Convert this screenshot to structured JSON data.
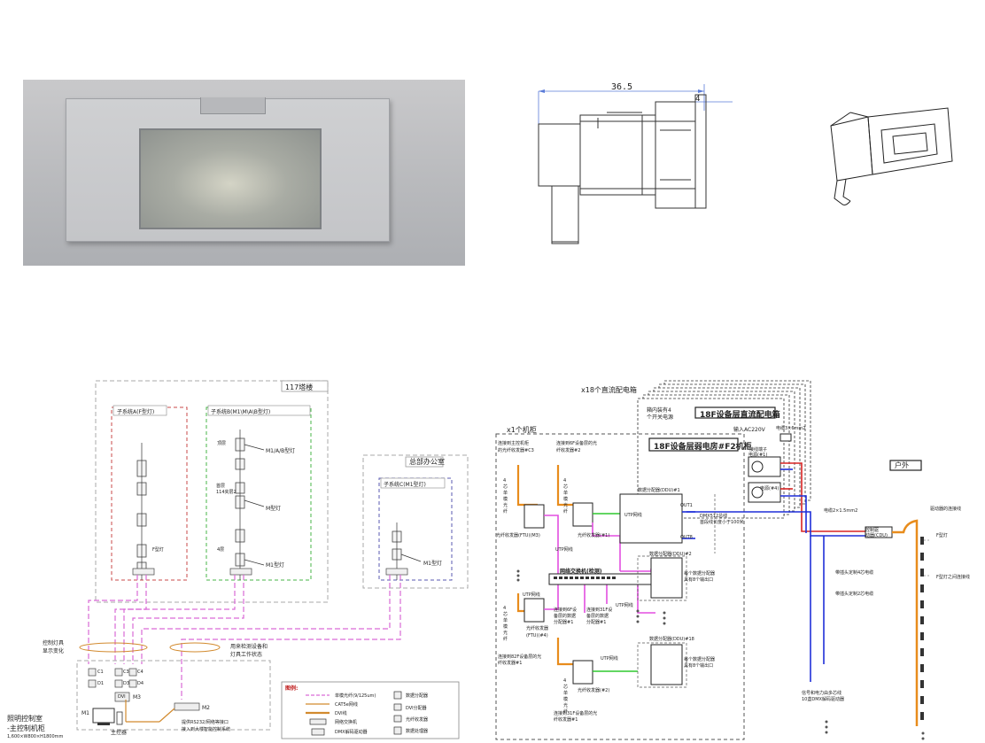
{
  "drawing": {
    "dim_width": "36.5",
    "dim_thickness": "4"
  },
  "lighting_system": {
    "tower_title": "117塔楼",
    "subsystem_a": "子系统A(F型灯)",
    "subsystem_b": "子系统B(M1\\M\\A\\B型灯)",
    "subsystem_c": "子系统C(M1型灯)",
    "office_title": "总部办公室",
    "floor_label_top": "顶层",
    "floor_label_mid": "首层\n114夹层2",
    "floor_label_low": "4层",
    "lamp_m1ab": "M1/A/B型灯",
    "lamp_m": "M型灯",
    "lamp_m1": "M1型灯",
    "lamp_m1_c": "M1型灯",
    "lamp_f": "F型灯",
    "control_cabinet_title": "照明控制室",
    "control_cabinet_sub": "-主控制机柜",
    "control_cabinet_dims": "1,600×W800×H1800mm",
    "note_left": "控制灯具\n显示变化",
    "note_right": "用来检测设备和\n灯具工作状态",
    "note_bottom": "提供RS232/网络等接口\n接入到大楼智能控制系统",
    "host_label": "主控器",
    "m1_label": "M1",
    "m2_label": "M2",
    "m3_label": "M3",
    "dvi_label": "DVI",
    "port_labels": [
      "C1",
      "C3",
      "C4",
      "D1",
      "D3",
      "D4"
    ],
    "legend_title": "图例:",
    "legend_items": [
      {
        "label": "单模光纤(9/125um)",
        "color": "#d96ad6",
        "dash": true
      },
      {
        "label": "CAT5e网线",
        "color": "#d28a2e",
        "dash": false
      },
      {
        "label": "DVI线",
        "color": "#d28a2e",
        "dash": false
      },
      {
        "label": "网络交换机",
        "color": "#333",
        "dash": false
      },
      {
        "label": "DMX解码驱动器",
        "color": "#333",
        "dash": false
      }
    ],
    "legend_items_right": [
      "数据分配器",
      "DVI分配器",
      "光纤收发器",
      "数据处理器"
    ]
  },
  "power_network": {
    "title_x18": "x18个直流配电箱",
    "title_x1": "x1个机柜",
    "box_18f_dc": "18F设备层直流配电箱",
    "box_18f_room": "18F设备层弱电房#F2机柜",
    "inner_4switch": "箱内装有4\n个开关电源",
    "input_ac": "输入AC220V",
    "cable_top": "电缆3×6mm2",
    "cable_side": "电缆2×1.5mm2",
    "terminal": "接线端子",
    "psu1": "电源(#1)",
    "psu4": "电源(#4)",
    "outdoor": "户外",
    "conn_main": "连接到主控机柜\n的光纤收发器#C3",
    "conn_6f": "连接到6F设备层的光\n纤收发器#2",
    "fiber_4core": "4\n芯\n单\n模\n光\n纤",
    "ftu_m3": "光纤收发器(FTU)(M3)",
    "ftu_1": "光纤收发器(#1)",
    "ftu_4": "光纤收发器\n(FTU)(#4)",
    "ftu_2": "光纤收发器(#2)",
    "switch_label": "网络交换机(检测)",
    "dist1": "数据分配器(DDU)#1",
    "dist2": "数据分配器(DDU)#2",
    "dist18": "数据分配器(DDU)#18",
    "out1": "OUT1",
    "out8": "OUT8",
    "rs485_note": "DMX512总线\n首段线长度小于100米",
    "each_dist_note": "每个数据分配器\n具有8个输出口",
    "each_dist_note2": "每个数据分配器\n具有8个输出口",
    "utp_labels": [
      "UTP网线",
      "UTP网线",
      "UTP网线",
      "UTP网线",
      "UTP网线"
    ],
    "conn_6f_dist": "连接到6F设\n备层的数据\n分配器#1",
    "conn_31f_dist": "连接到31F设\n备层的数据\n分配器#1",
    "conn_82f": "连接到82F设备层的光\n纤收发器#1",
    "conn_31f": "连接到31F设备层的光\n纤收发器#1",
    "ctrl_box": "控制驱\n动器(CDU)",
    "driver_link": "驱动器的连接线",
    "lamp_f": "F型灯",
    "f_link": "F型灯之间连接线",
    "cable_4core": "带插头定制4芯电缆",
    "cable_2core": "带插头定制2芯电缆",
    "bottom_note": "信号和电力由多芯线\n10盏DMX解码驱动器"
  },
  "colors": {
    "magenta": "#e34fe0",
    "green": "#2fc82f",
    "blue": "#1f2fd8",
    "red": "#d82424",
    "orange": "#e88c1c",
    "tower_dash": "#aaaaaa",
    "sub_a": "#c94a4a",
    "sub_b": "#47b547",
    "sub_c": "#5a5ab0"
  }
}
